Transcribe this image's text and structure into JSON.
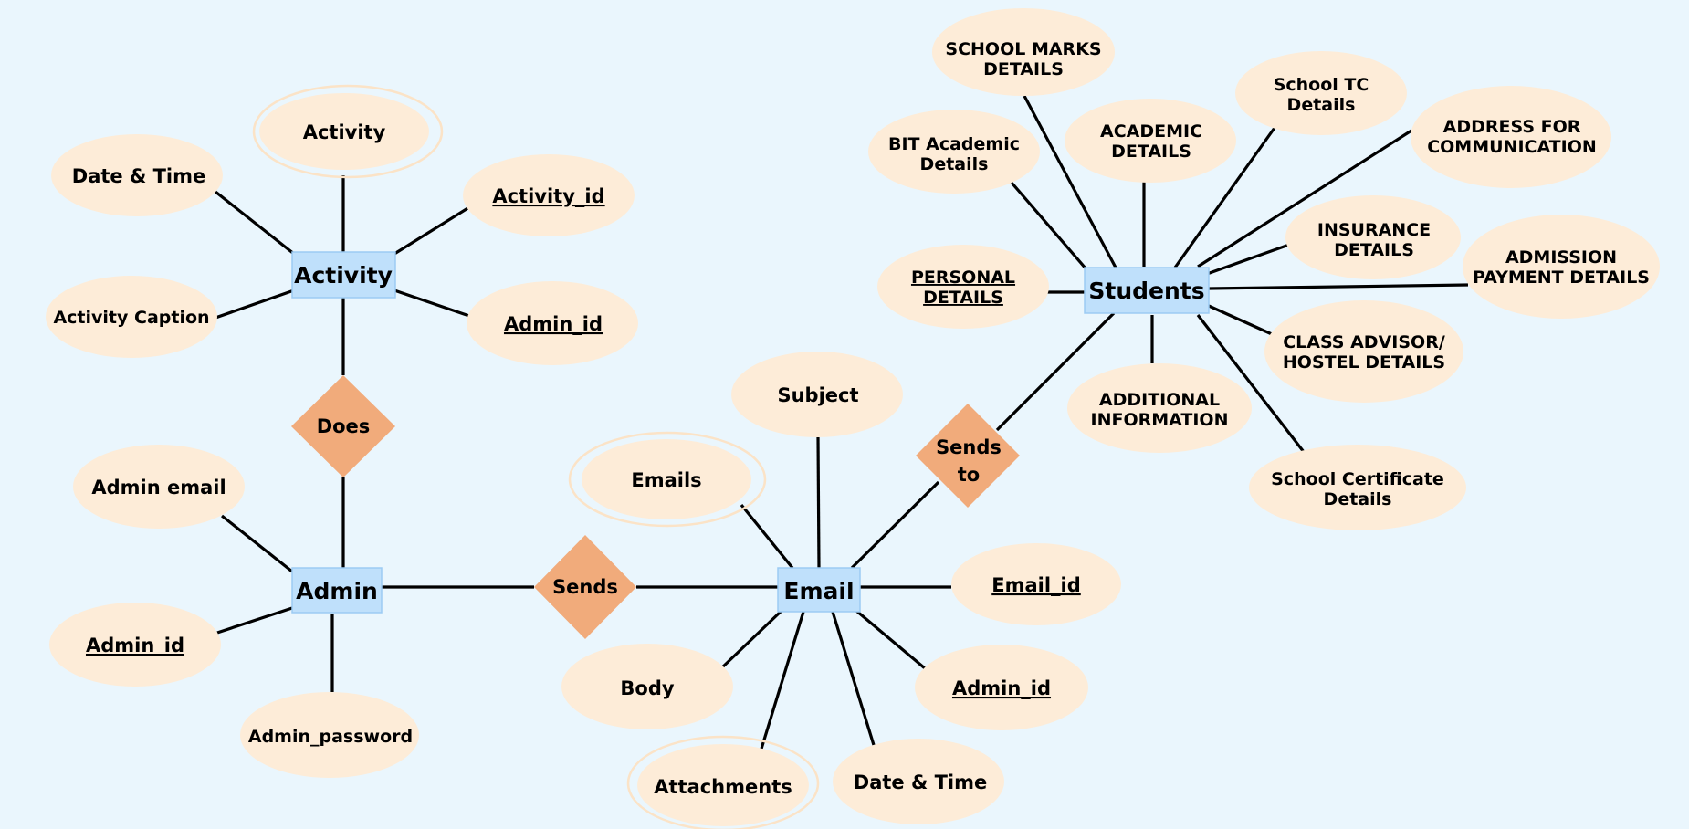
{
  "entities": {
    "activity": "Activity",
    "admin": "Admin",
    "email": "Email",
    "students": "Students"
  },
  "relationships": {
    "does": "Does",
    "sends": "Sends",
    "sends_to_1": "Sends",
    "sends_to_2": "to"
  },
  "attributes": {
    "activity_multi": "Activity",
    "activity_datetime": "Date & Time",
    "activity_id": "Activity_id",
    "activity_caption": "Activity Caption",
    "activity_admin_id": "Admin_id",
    "admin_email": "Admin email",
    "admin_id": "Admin_id",
    "admin_password": "Admin_password",
    "email_subject": "Subject",
    "email_emails": "Emails",
    "email_id": "Email_id",
    "email_body": "Body",
    "email_admin_id": "Admin_id",
    "email_attachments": "Attachments",
    "email_datetime": "Date & Time",
    "stu_marks_1": "SCHOOL MARKS",
    "stu_marks_2": "DETAILS",
    "stu_tc_1": "School TC",
    "stu_tc_2": "Details",
    "stu_bit_1": "BIT Academic",
    "stu_bit_2": "Details",
    "stu_academic_1": "ACADEMIC",
    "stu_academic_2": "DETAILS",
    "stu_address_1": "ADDRESS FOR",
    "stu_address_2": "COMMUNICATION",
    "stu_insurance_1": "INSURANCE",
    "stu_insurance_2": "DETAILS",
    "stu_admission_1": "ADMISSION",
    "stu_admission_2": "PAYMENT DETAILS",
    "stu_personal_1": "PERSONAL",
    "stu_personal_2": "DETAILS",
    "stu_class_1": "CLASS ADVISOR/",
    "stu_class_2": "HOSTEL DETAILS",
    "stu_additional_1": "ADDITIONAL",
    "stu_additional_2": "INFORMATION",
    "stu_certificate_1": "School Certificate",
    "stu_certificate_2": "Details"
  },
  "colors": {
    "background": "#eaf6fd",
    "entity_fill": "#bfe0fb",
    "attribute_fill": "#fdecd8",
    "relationship_fill": "#f1ab7b",
    "line": "#000000"
  }
}
